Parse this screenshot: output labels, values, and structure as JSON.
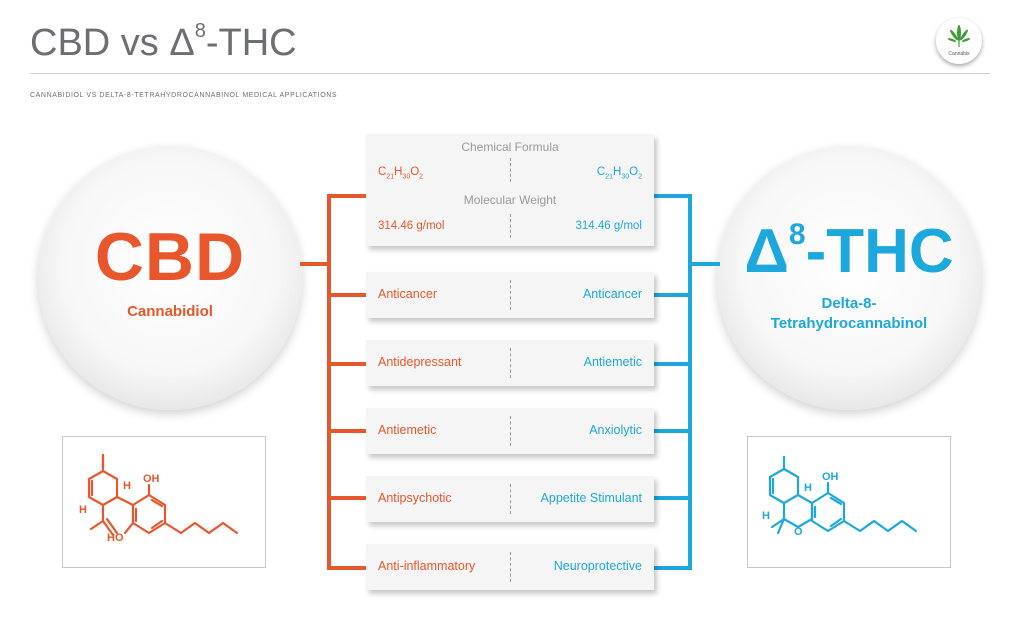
{
  "header": {
    "title_prefix": "CBD vs Δ",
    "title_sup": "8",
    "title_suffix": "-THC",
    "subtitle": "CANNABIDIOL VS DELTA-8-TETRAHYDROCANNABINOL MEDICAL APPLICATIONS",
    "logo_text": "Cannabis"
  },
  "left": {
    "abbr": "CBD",
    "name": "Cannabidiol",
    "color": "#e8572b",
    "molecule_labels": {
      "oh_top": "OH",
      "h": "H",
      "h2": "H",
      "ho": "HO"
    }
  },
  "right": {
    "abbr_prefix": "Δ",
    "abbr_sup": "8",
    "abbr_suffix": "-THC",
    "name_line1": "Delta-8-",
    "name_line2": "Tetrahydrocannabinol",
    "color": "#1da8dd",
    "molecule_labels": {
      "oh": "OH",
      "h": "H",
      "h2": "H",
      "o": "O"
    }
  },
  "chemical": {
    "formula_label": "Chemical Formula",
    "left_formula": {
      "c": "C",
      "c_n": "21",
      "h": "H",
      "h_n": "30",
      "o": "O",
      "o_n": "2"
    },
    "right_formula": {
      "c": "C",
      "c_n": "21",
      "h": "H",
      "h_n": "30",
      "o": "O",
      "o_n": "2"
    },
    "weight_label": "Molecular Weight",
    "left_weight": "314.46 g/mol",
    "right_weight": "314.46 g/mol"
  },
  "applications": [
    {
      "left": "Anticancer",
      "right": "Anticancer"
    },
    {
      "left": "Antidepressant",
      "right": "Antiemetic"
    },
    {
      "left": "Antiemetic",
      "right": "Anxiolytic"
    },
    {
      "left": "Antipsychotic",
      "right": "Appetite Stimulant"
    },
    {
      "left": "Anti-inflammatory",
      "right": "Neuroprotective"
    }
  ]
}
